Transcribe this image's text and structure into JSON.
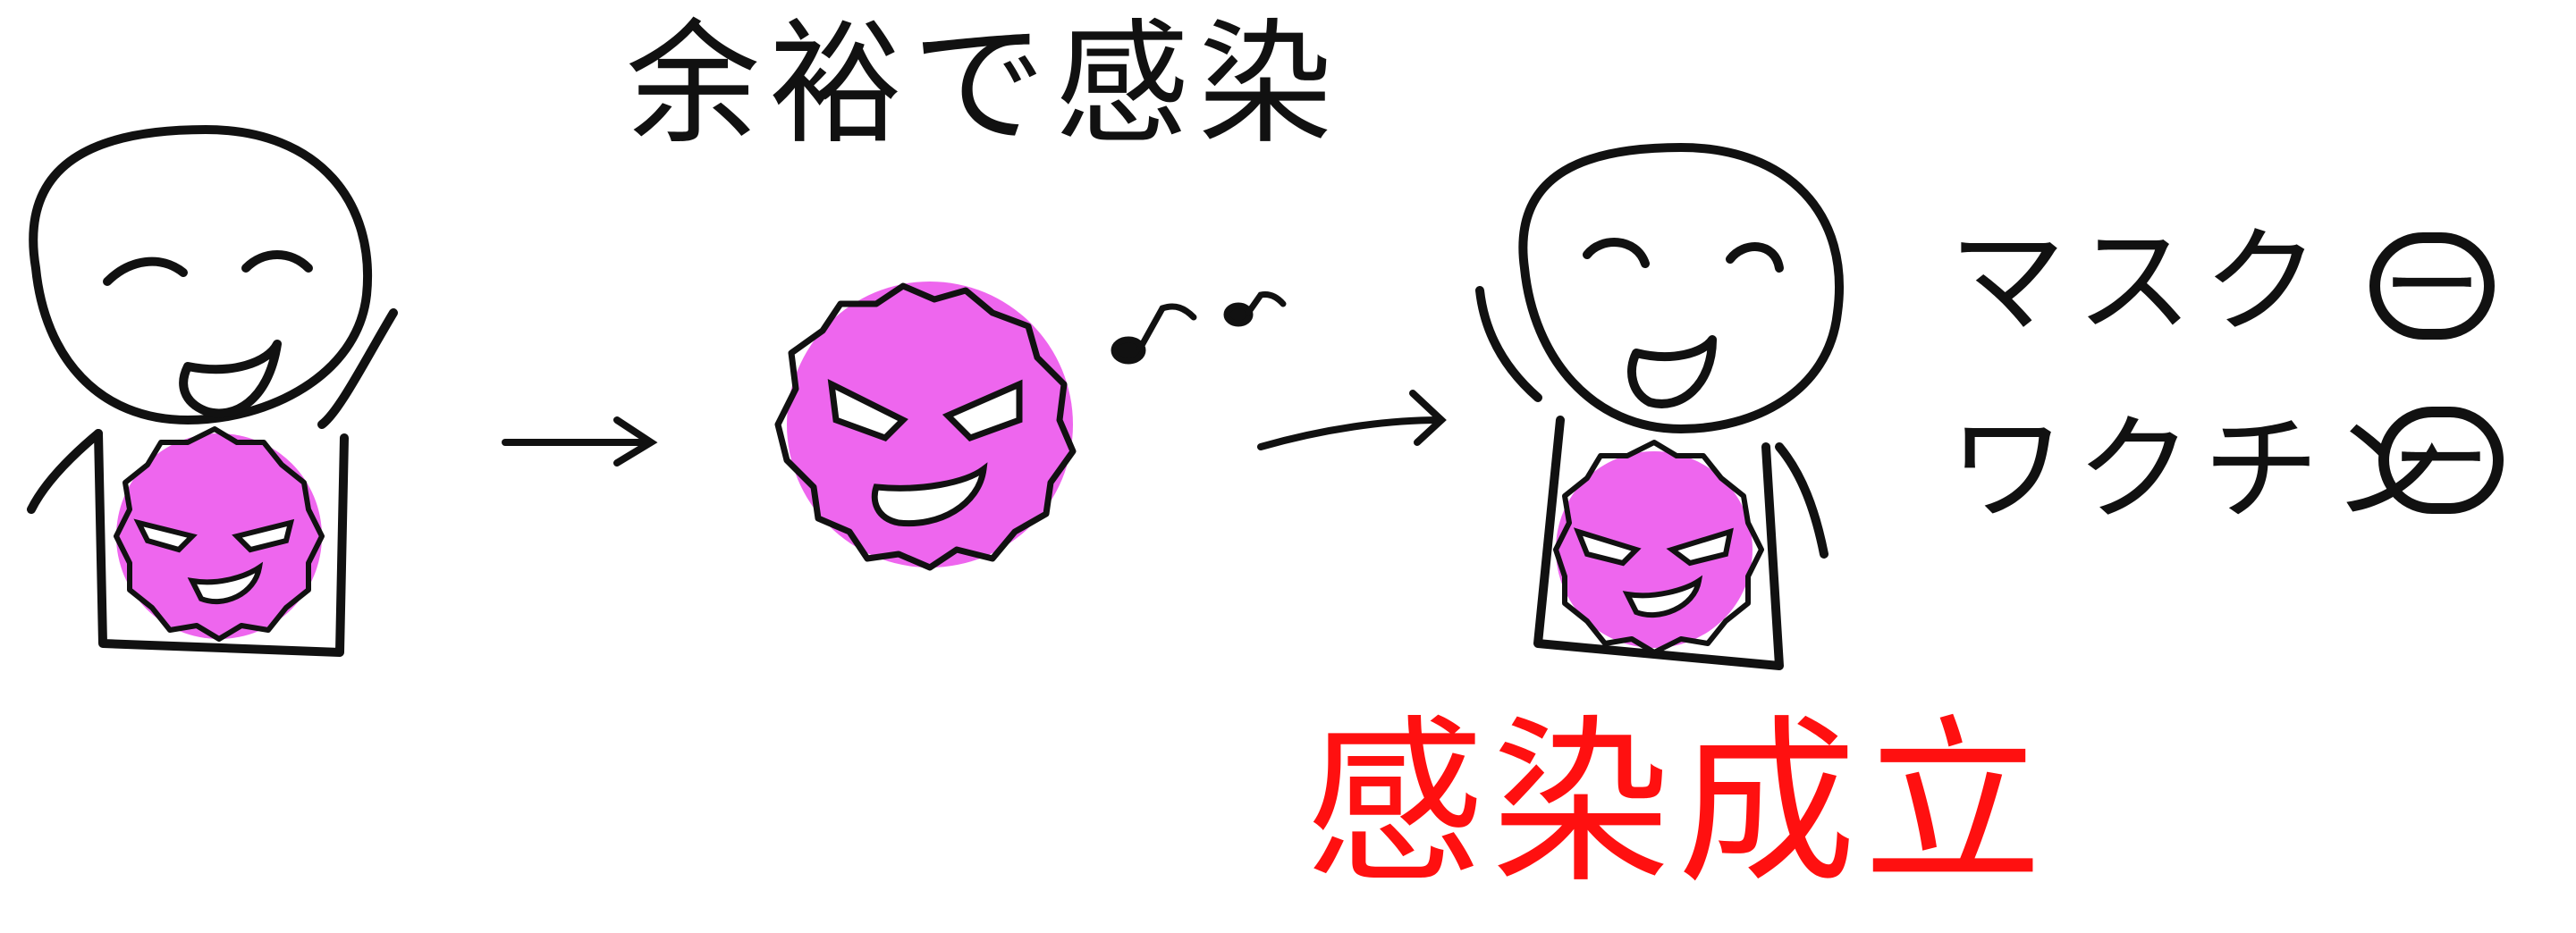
{
  "labels": {
    "top": "余裕で感染",
    "mask": "マスク",
    "vaccine": "ワクチン",
    "mask_status": "ー",
    "vaccine_status": "ー",
    "result": "感染成立"
  },
  "colors": {
    "ink": "#111111",
    "virus": "#ee66ee",
    "result_text": "#ff1010"
  },
  "icons": [
    "person-left",
    "virus-in-body-left",
    "arrow-right",
    "virus-free",
    "music-notes",
    "arrow-right-2",
    "person-right",
    "virus-in-body-right"
  ]
}
